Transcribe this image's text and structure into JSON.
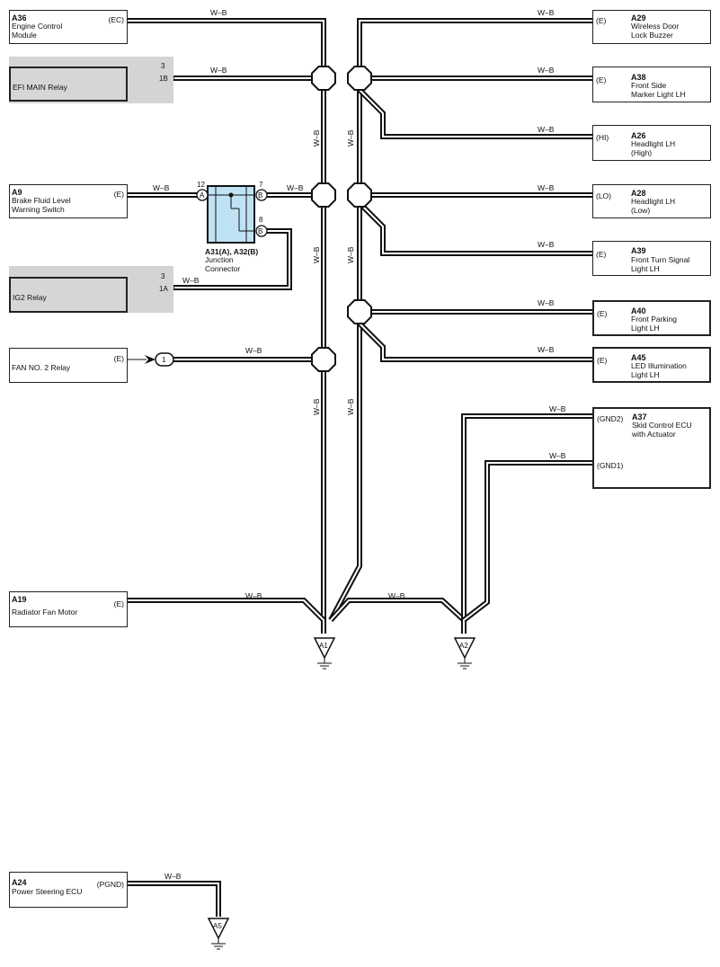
{
  "wire_color": "W–B",
  "components": [
    {
      "id": "A36",
      "code": "A36",
      "name": "Engine Control\nModule",
      "pin": "(EC)"
    },
    {
      "id": "EFI",
      "code": "",
      "name": "EFI MAIN Relay",
      "pin": ""
    },
    {
      "id": "A9",
      "code": "A9",
      "name": "Brake Fluid Level\nWarning Switch",
      "pin": "(E)"
    },
    {
      "id": "IG2",
      "code": "",
      "name": "IG2 Relay",
      "pin": ""
    },
    {
      "id": "FAN2",
      "code": "",
      "name": "FAN NO. 2 Relay",
      "pin": "(E)"
    },
    {
      "id": "A19",
      "code": "A19",
      "name": "Radiator Fan Motor",
      "pin": "(E)"
    },
    {
      "id": "A24",
      "code": "A24",
      "name": "Power Steering ECU",
      "pin": "(PGND)"
    },
    {
      "id": "A29",
      "code": "A29",
      "name": "Wireless Door\nLock Buzzer",
      "pin": "(E)"
    },
    {
      "id": "A38",
      "code": "A38",
      "name": "Front Side\nMarker Light LH",
      "pin": "(E)"
    },
    {
      "id": "A26",
      "code": "A26",
      "name": "Headlight LH\n(High)",
      "pin": "(HI)"
    },
    {
      "id": "A28",
      "code": "A28",
      "name": "Headlight LH\n(Low)",
      "pin": "(LO)"
    },
    {
      "id": "A39",
      "code": "A39",
      "name": "Front Turn Signal\nLight LH",
      "pin": "(E)"
    },
    {
      "id": "A40",
      "code": "A40",
      "name": "Front Parking\nLight LH",
      "pin": "(E)"
    },
    {
      "id": "A45",
      "code": "A45",
      "name": "LED Illumination\nLight LH",
      "pin": "(E)"
    },
    {
      "id": "A37",
      "code": "A37",
      "name": "Skid Control ECU\nwith Actuator",
      "pin": "(GND2)",
      "pin2": "(GND1)"
    }
  ],
  "connectors": {
    "efi_pin_no": "3",
    "efi_conn": "1B",
    "ig2_pin_no": "3",
    "ig2_conn": "1A",
    "fan_conn": "1"
  },
  "junction": {
    "label": "A31(A), A32(B)",
    "name": "Junction\nConnector",
    "pin12": "12",
    "pinA": "A",
    "pin7": "7",
    "pinB1": "B",
    "pin8": "8",
    "pinB2": "B"
  },
  "grounds": {
    "a1": "A1",
    "a2": "A2",
    "a5": "A5"
  }
}
